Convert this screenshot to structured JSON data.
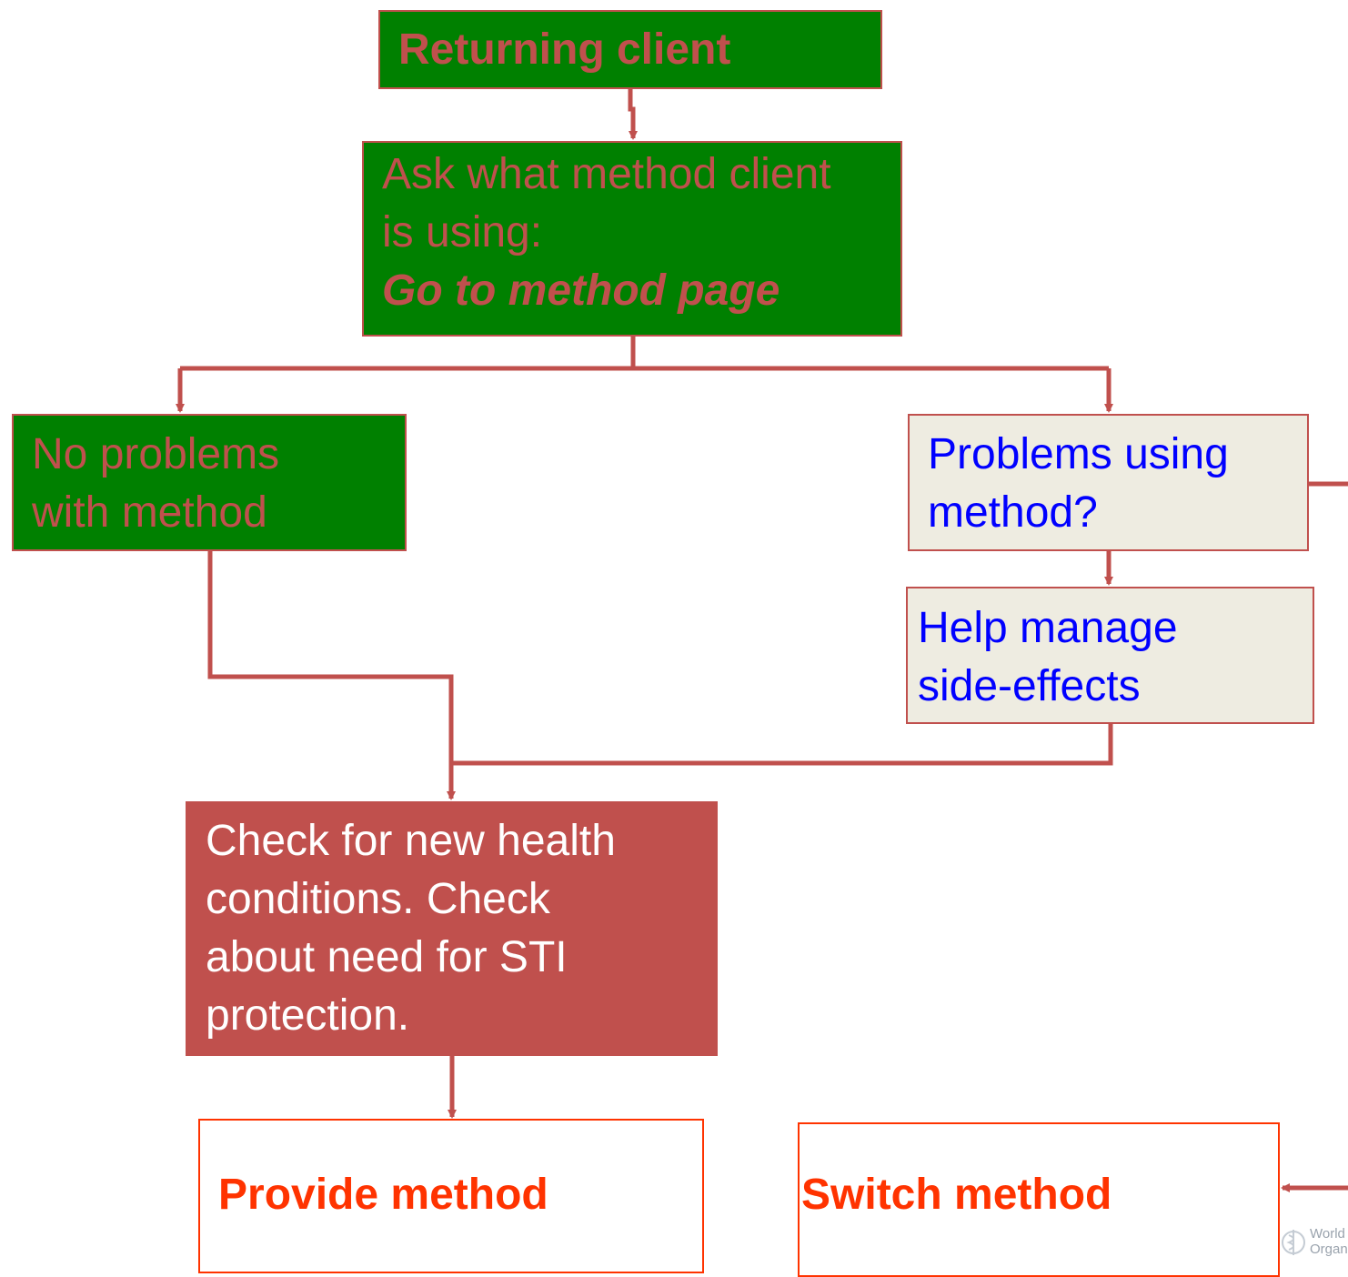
{
  "diagram": {
    "nodes": {
      "returning_client": "Returning client",
      "ask_method": {
        "line1": "Ask what method client",
        "line2": "is using:",
        "line3": "Go to method page"
      },
      "no_problems": {
        "line1": "No problems",
        "line2": "with method"
      },
      "problems_using": {
        "line1": "Problems using",
        "line2": "method?"
      },
      "help_manage": {
        "line1": "Help manage",
        "line2": "side-effects"
      },
      "check_health": {
        "line1": "Check for new health",
        "line2": "conditions. Check",
        "line3": "about need for STI",
        "line4": "protection."
      },
      "provide_method": "Provide method",
      "switch_method": "Switch method"
    },
    "logo": {
      "line1": "World",
      "line2": "Organ"
    },
    "colors": {
      "green_fill": "#008000",
      "red_accent": "#c0504d",
      "beige_fill": "#eeece1",
      "blue_text": "#0000ff",
      "orange_red": "#ff3300"
    }
  }
}
